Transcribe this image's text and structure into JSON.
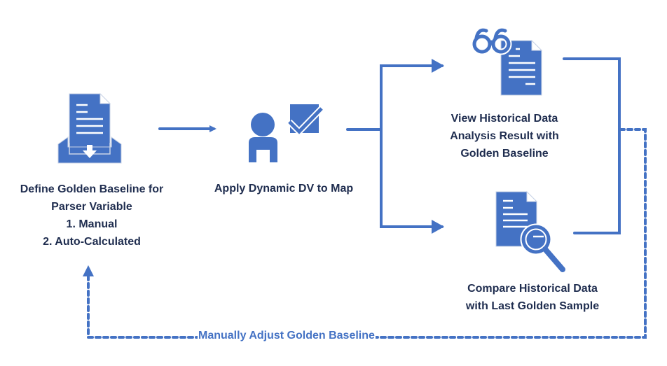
{
  "colors": {
    "accent": "#4472c4",
    "text": "#1f2d4f",
    "background": "#ffffff"
  },
  "steps": [
    {
      "id": "define",
      "icon": "document-inbox-download-icon",
      "lines": [
        "Define Golden Baseline for",
        "Parser Variable",
        "1. Manual",
        "2. Auto-Calculated"
      ]
    },
    {
      "id": "apply",
      "icon": "user-checkbox-icon",
      "lines": [
        "Apply Dynamic DV to Map"
      ]
    },
    {
      "id": "view",
      "icon": "glasses-document-icon",
      "lines": [
        "View Historical Data",
        "Analysis Result with",
        "Golden Baseline"
      ]
    },
    {
      "id": "compare",
      "icon": "document-magnifier-icon",
      "lines": [
        "Compare Historical Data",
        "with Last Golden Sample"
      ]
    }
  ],
  "feedback_loop": {
    "label": "Manually Adjust Golden Baseline",
    "style": "dashed"
  }
}
